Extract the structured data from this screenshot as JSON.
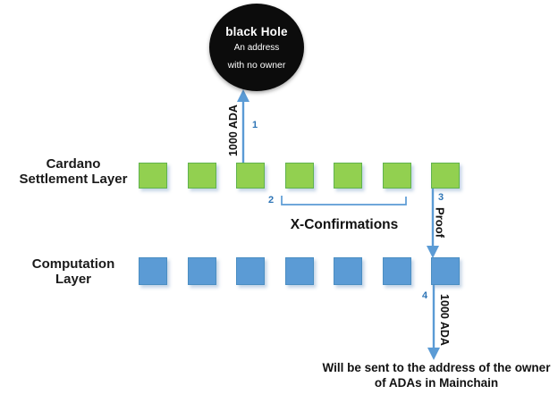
{
  "colors": {
    "arrow_blue": "#5b9bd5",
    "step_number_blue": "#2e75b6",
    "settlement_green": "#92d050",
    "settlement_green_border": "#61b34e",
    "computation_blue": "#5b9bd5",
    "computation_blue_border": "#4b8ec2",
    "black_hole": "#0c0c0c",
    "text": "#1a1a1a"
  },
  "black_hole": {
    "title": "black Hole",
    "subtitle_line1": "An address",
    "subtitle_line2": "with no owner"
  },
  "layers": {
    "settlement": {
      "label": "Cardano\nSettlement Layer",
      "block_count": 7
    },
    "computation": {
      "label": "Computation\nLayer",
      "block_count": 7
    }
  },
  "steps": [
    {
      "number": "1",
      "label": "1000 ADA"
    },
    {
      "number": "2",
      "label": "X-Confirmations"
    },
    {
      "number": "3",
      "label": "Proof"
    },
    {
      "number": "4",
      "label": "1000 ADA"
    }
  ],
  "footer_note": "Will be sent to the address of the owner\nof ADAs in Mainchain"
}
